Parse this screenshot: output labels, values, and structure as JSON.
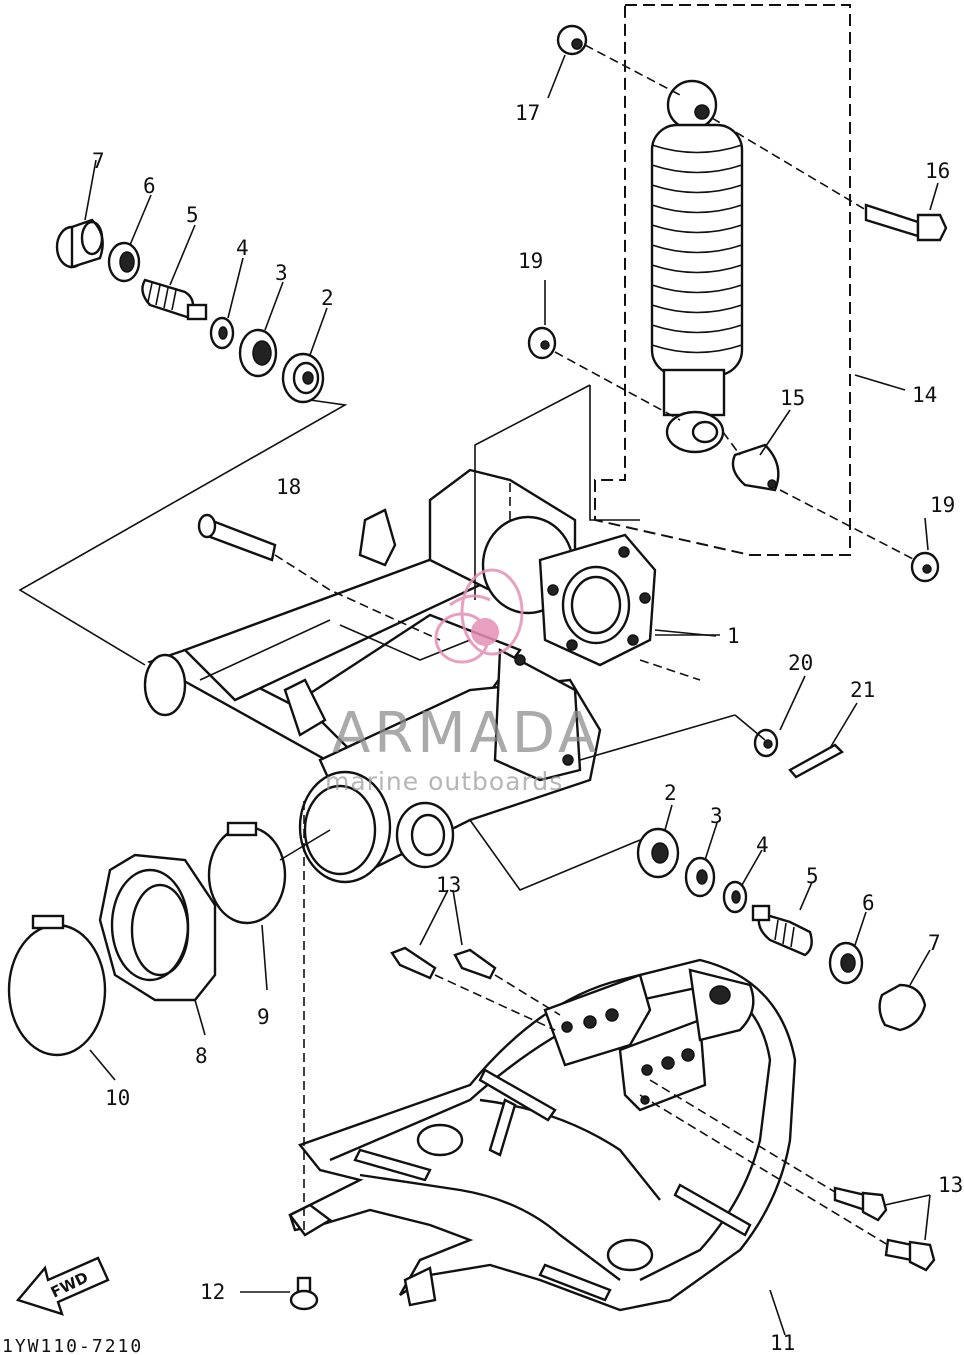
{
  "callouts": {
    "p1": "1",
    "p2a": "2",
    "p3a": "3",
    "p4a": "4",
    "p5a": "5",
    "p6a": "6",
    "p7a": "7",
    "p2b": "2",
    "p3b": "3",
    "p4b": "4",
    "p5b": "5",
    "p6b": "6",
    "p7b": "7",
    "p8": "8",
    "p9": "9",
    "p10": "10",
    "p11": "11",
    "p12": "12",
    "p13a": "13",
    "p13b": "13",
    "p14": "14",
    "p15": "15",
    "p16": "16",
    "p17": "17",
    "p18": "18",
    "p19a": "19",
    "p19b": "19",
    "p20": "20",
    "p21": "21"
  },
  "fwd_label": "FWD",
  "diagram_code": "1YW110-7210",
  "watermark": {
    "title": "ARMADA",
    "subtitle": "marine outboards",
    "logo_color": "#e58fb6"
  }
}
